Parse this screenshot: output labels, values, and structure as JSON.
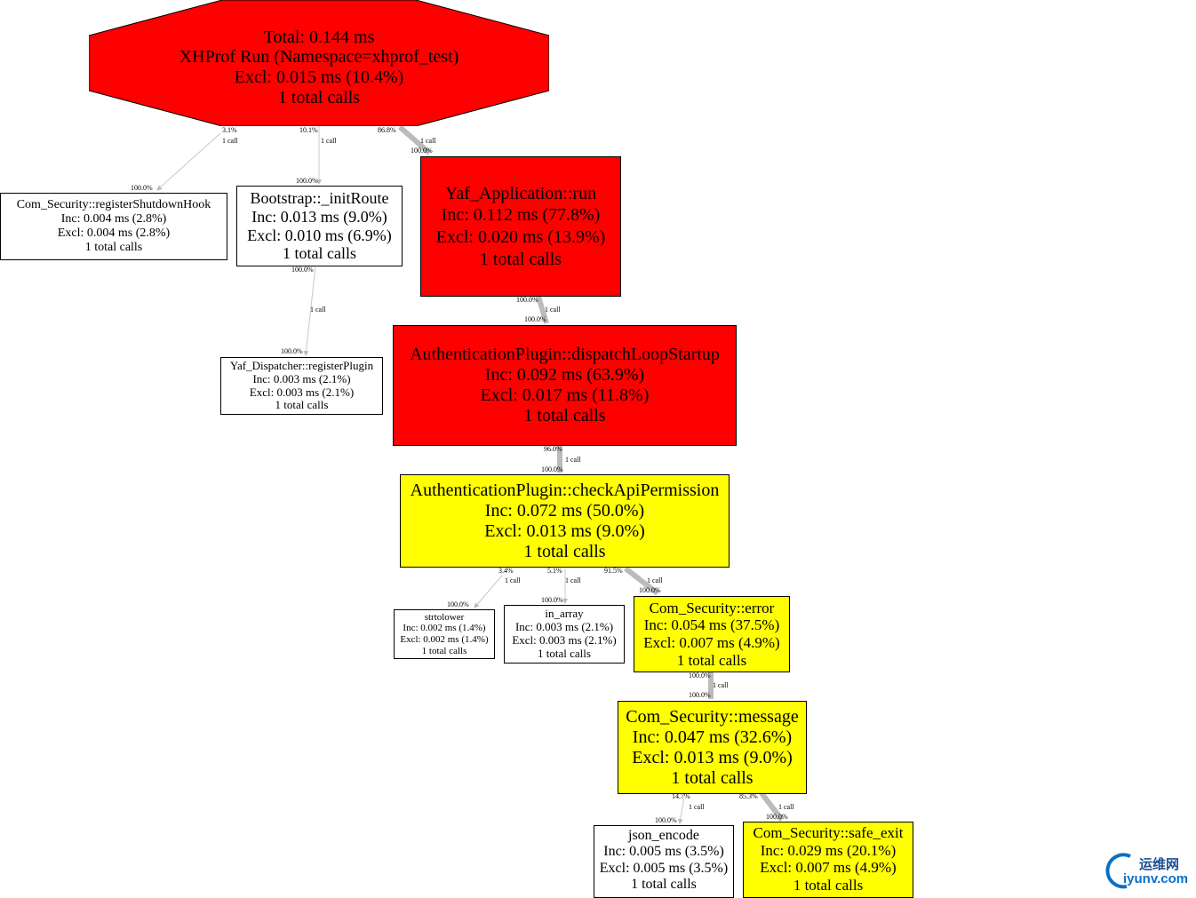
{
  "root": {
    "lines": [
      "Total: 0.144 ms",
      "XHProf Run (Namespace=xhprof_test)",
      "Excl: 0.015 ms (10.4%)",
      "1 total calls"
    ],
    "color": "#ff0000"
  },
  "nodes": [
    {
      "name": "Com_Security::registerShutdownHook",
      "inc": "Inc: 0.004 ms (2.8%)",
      "excl": "Excl: 0.004 ms (2.8%)",
      "calls": "1 total calls"
    },
    {
      "name": "Bootstrap::_initRoute",
      "inc": "Inc: 0.013 ms (9.0%)",
      "excl": "Excl: 0.010 ms (6.9%)",
      "calls": "1 total calls"
    },
    {
      "name": "Yaf_Application::run",
      "inc": "Inc: 0.112 ms (77.8%)",
      "excl": "Excl: 0.020 ms (13.9%)",
      "calls": "1 total calls"
    },
    {
      "name": "Yaf_Dispatcher::registerPlugin",
      "inc": "Inc: 0.003 ms (2.1%)",
      "excl": "Excl: 0.003 ms (2.1%)",
      "calls": "1 total calls"
    },
    {
      "name": "AuthenticationPlugin::dispatchLoopStartup",
      "inc": "Inc: 0.092 ms (63.9%)",
      "excl": "Excl: 0.017 ms (11.8%)",
      "calls": "1 total calls"
    },
    {
      "name": "AuthenticationPlugin::checkApiPermission",
      "inc": "Inc: 0.072 ms (50.0%)",
      "excl": "Excl: 0.013 ms (9.0%)",
      "calls": "1 total calls"
    },
    {
      "name": "strtolower",
      "inc": "Inc: 0.002 ms (1.4%)",
      "excl": "Excl: 0.002 ms (1.4%)",
      "calls": "1 total calls"
    },
    {
      "name": "in_array",
      "inc": "Inc: 0.003 ms (2.1%)",
      "excl": "Excl: 0.003 ms (2.1%)",
      "calls": "1 total calls"
    },
    {
      "name": "Com_Security::error",
      "inc": "Inc: 0.054 ms (37.5%)",
      "excl": "Excl: 0.007 ms (4.9%)",
      "calls": "1 total calls"
    },
    {
      "name": "Com_Security::message",
      "inc": "Inc: 0.047 ms (32.6%)",
      "excl": "Excl: 0.013 ms (9.0%)",
      "calls": "1 total calls"
    },
    {
      "name": "json_encode",
      "inc": "Inc: 0.005 ms (3.5%)",
      "excl": "Excl: 0.005 ms (3.5%)",
      "calls": "1 total calls"
    },
    {
      "name": "Com_Security::safe_exit",
      "inc": "Inc: 0.029 ms (20.1%)",
      "excl": "Excl: 0.007 ms (4.9%)",
      "calls": "1 total calls"
    }
  ],
  "edges": [
    {
      "from_pct": "3.1%",
      "calls": "1 call",
      "to_pct": "100.0%"
    },
    {
      "from_pct": "10.1%",
      "calls": "1 call",
      "to_pct": "100.0%"
    },
    {
      "from_pct": "86.8%",
      "calls": "1 call",
      "to_pct": "100.0%"
    },
    {
      "from_pct": "100.0%",
      "calls": "1 call",
      "to_pct": "100.0%"
    },
    {
      "from_pct": "100.0%",
      "calls": "1 call",
      "to_pct": "100.0%"
    },
    {
      "from_pct": "96.0%",
      "calls": "1 call",
      "to_pct": "100.0%"
    },
    {
      "from_pct": "3.4%",
      "calls": "1 call",
      "to_pct": "100.0%"
    },
    {
      "from_pct": "5.1%",
      "calls": "1 call",
      "to_pct": "100.0%"
    },
    {
      "from_pct": "91.5%",
      "calls": "1 call",
      "to_pct": "100.0%"
    },
    {
      "from_pct": "100.0%",
      "calls": "1 call",
      "to_pct": "100.0%"
    },
    {
      "from_pct": "14.7%",
      "calls": "1 call",
      "to_pct": "100.0%"
    },
    {
      "from_pct": "85.3%",
      "calls": "1 call",
      "to_pct": "100.0%"
    }
  ],
  "colors": {
    "hot": "#ff0000",
    "warm": "#ffff00",
    "cold": "#ffffff",
    "edge": "#bbbbbb"
  },
  "watermark": {
    "cn": "运维网",
    "en": "iyunv.com"
  }
}
